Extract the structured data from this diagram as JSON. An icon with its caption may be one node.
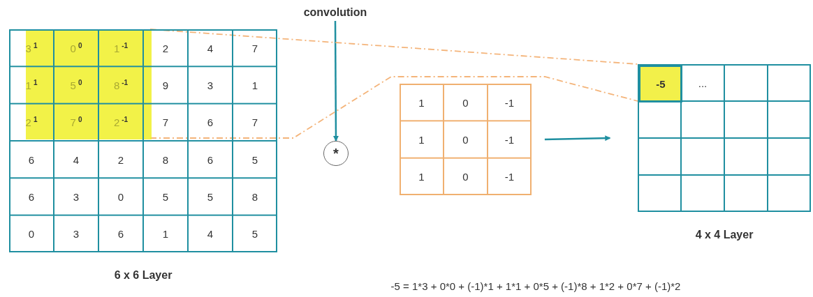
{
  "diagram": {
    "nodes": [
      {
        "text": [
          "convolution"
        ]
      },
      {
        "text": [
          "*"
        ]
      },
      {
        "text": [],
        "shape": "grid",
        "beside": [
          "6 x 6 Layer"
        ]
      },
      {
        "text": [],
        "shape": "box",
        "in": 2
      },
      {
        "text": [],
        "shape": "grid"
      },
      {
        "text": [],
        "shape": "grid",
        "beside": [
          "4 x 4 Layer"
        ]
      },
      {
        "text": [
          "-5"
        ],
        "in": 5
      }
    ],
    "edges": [
      {
        "from": 0,
        "to": 1,
        "arrow": "to"
      },
      {
        "from": 3,
        "to": 6,
        "arrow": "none",
        "style": "dashed",
        "color": "#f4b47a"
      },
      {
        "from": 3,
        "to": 6,
        "arrow": "none",
        "style": "dashed",
        "color": "#f4b47a"
      },
      {
        "from": 4,
        "to": 5,
        "arrow": "to"
      }
    ],
    "labels": [
      "3$^{1}$",
      "0$^{0}$",
      "1$^{-1}$",
      "2",
      "4",
      "7",
      "1$^{1}$",
      "5$^{0}$",
      "8$^{-1}$",
      "9",
      "3",
      "1",
      "2$^{1}$",
      "7$^{0}$",
      "2$^{-1}$",
      "7",
      "6",
      "7",
      "6",
      "4",
      "2",
      "8",
      "6",
      "5",
      "6",
      "3",
      "0",
      "5",
      "5",
      "8",
      "0",
      "3",
      "6",
      "1",
      "4",
      "5",
      "1",
      "0",
      "-1",
      "1",
      "0",
      "-1",
      "1",
      "0",
      "-1",
      "...",
      "-5 = 1*3 + 0*0 + (-1)*1 + 1*1 + 0*5 + (-1)*8 + 1*2 + 0*7 + (-1)*2"
    ]
  }
}
